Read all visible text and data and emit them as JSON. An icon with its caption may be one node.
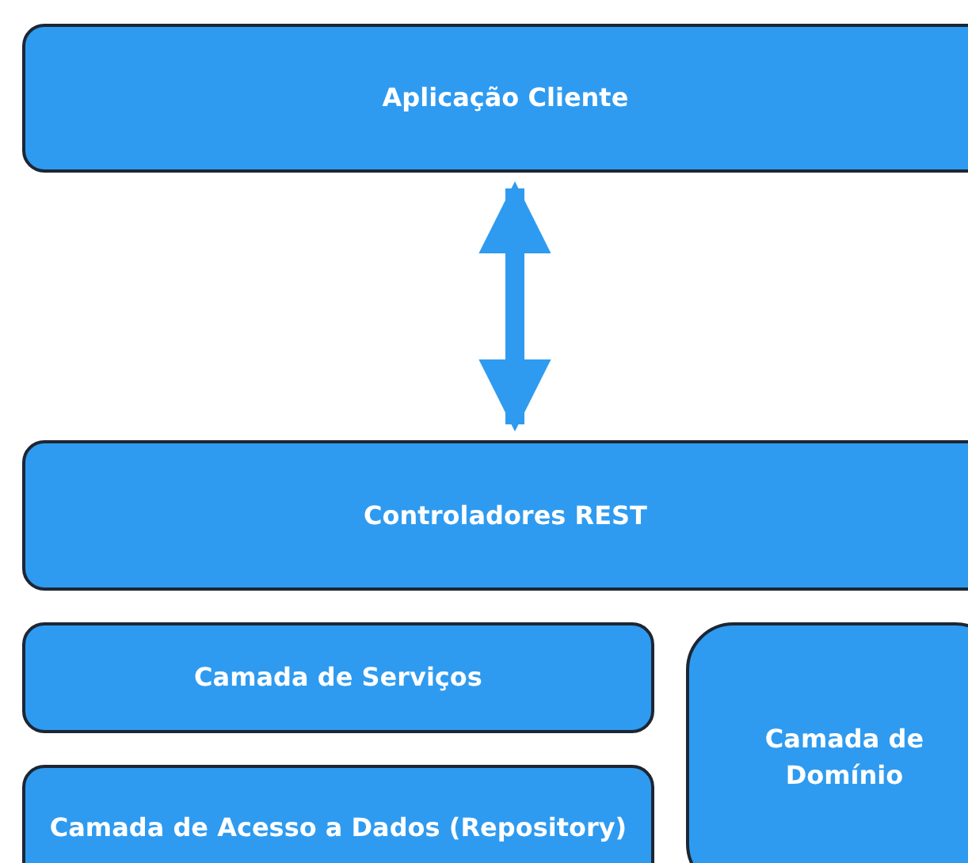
{
  "diagram": {
    "nodes": [
      {
        "text": [
          "Aplicação Cliente"
        ]
      },
      {
        "text": [
          "Controladores REST"
        ]
      },
      {
        "text": [
          "Camada de Serviços"
        ]
      },
      {
        "text": [
          "Camada de Acesso a Dados (Repository)"
        ]
      },
      {
        "text": [
          "Camada de Domínio"
        ]
      }
    ],
    "edges": [
      {
        "from": 0,
        "to": 1,
        "arrow": "both"
      }
    ]
  }
}
